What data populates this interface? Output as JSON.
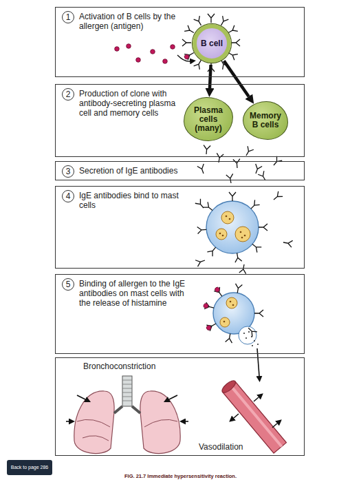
{
  "diagram": {
    "caption": "FIG. 21.7 Immediate hypersensitivity reaction.",
    "nodes": [
      {
        "text": [
          "Activation of B cells by the allergen (antigen)"
        ]
      },
      {
        "text": [
          "1"
        ],
        "in": 0
      },
      {
        "text": [
          "B cell"
        ],
        "in": 0
      },
      {
        "text": [
          "Production of clone with antibody-secreting plasma cell and memory cells"
        ]
      },
      {
        "text": [
          "2"
        ],
        "in": 3
      },
      {
        "text": [
          "Plasma cells (many)"
        ],
        "in": 3
      },
      {
        "text": [
          "Memory B cells"
        ],
        "in": 3
      },
      {
        "text": [
          "Secretion of IgE antibodies"
        ]
      },
      {
        "text": [
          "3"
        ],
        "in": 7
      },
      {
        "text": [
          "IgE antibodies bind to mast cells"
        ]
      },
      {
        "text": [
          "4"
        ],
        "in": 9
      },
      {
        "text": [
          "Binding of allergen to the IgE antibodies on mast cells with the release of histamine"
        ]
      },
      {
        "text": [
          "5"
        ],
        "in": 11
      },
      {
        "text": [
          "Bronchoconstriction",
          "Vasodilation"
        ]
      },
      {
        "text": [
          "Back to page 286"
        ]
      }
    ],
    "edges": [
      {
        "from": 2,
        "to": 5,
        "arrow": "to"
      },
      {
        "from": 2,
        "to": 6,
        "arrow": "to"
      }
    ]
  }
}
